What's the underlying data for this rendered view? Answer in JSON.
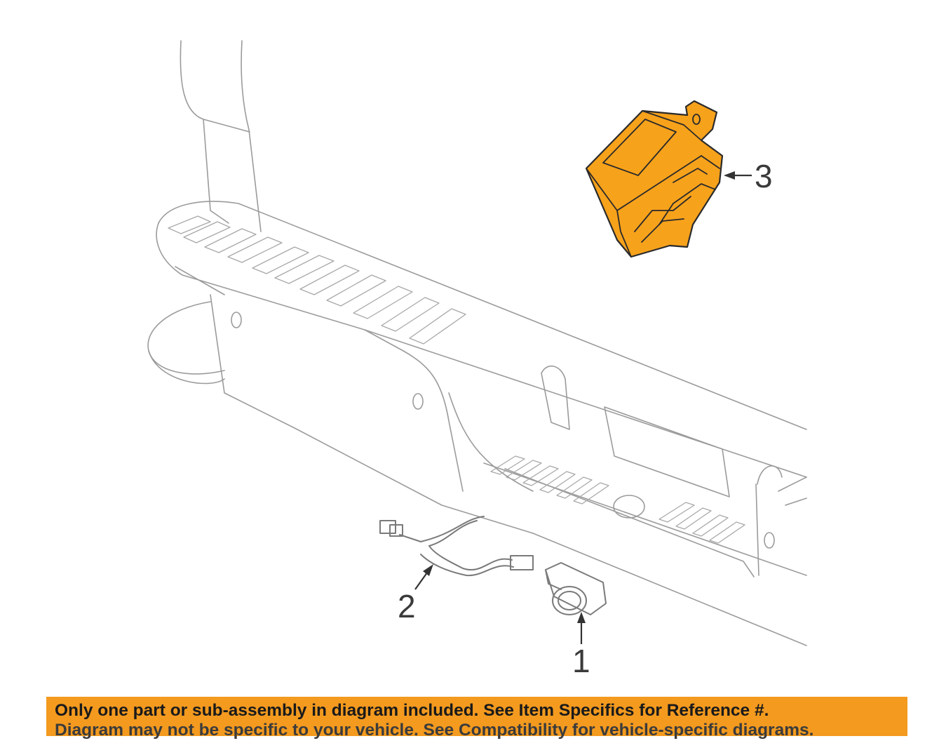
{
  "callouts": [
    {
      "label": "1"
    },
    {
      "label": "2"
    },
    {
      "label": "3"
    }
  ],
  "banner": {
    "line1": "Only one part or sub-assembly in diagram included. See Item Specifics for Reference #.",
    "line2": "Diagram may not be specific to your vehicle. See Compatibility for vehicle-specific diagrams."
  },
  "colors": {
    "highlight": "#f7a21b",
    "banner": "#f39a1f",
    "linework": "#9b9b9b"
  }
}
